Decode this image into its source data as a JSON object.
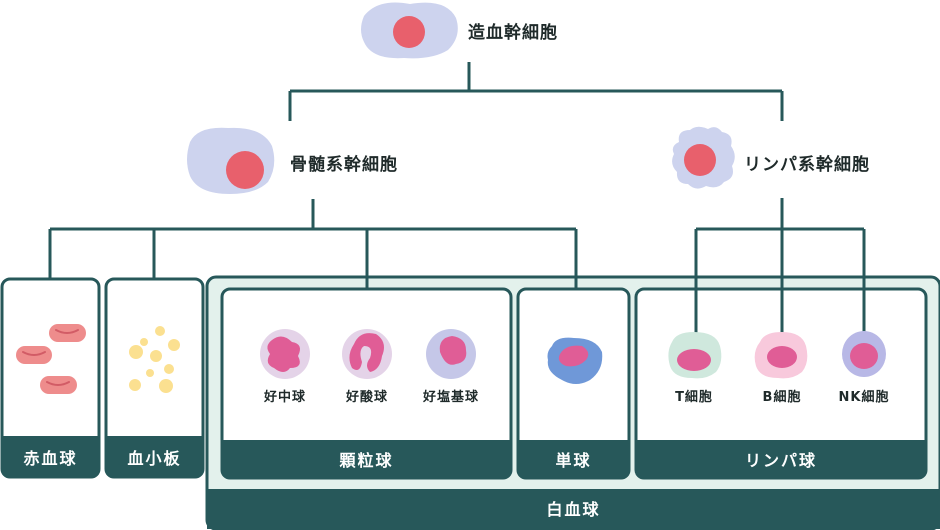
{
  "nodes": {
    "hsc": "造血幹細胞",
    "myeloid": "骨髄系幹細胞",
    "lymphoid": "リンパ系幹細胞"
  },
  "groups": {
    "rbc": "赤血球",
    "platelet": "血小板",
    "granulocyte": "顆粒球",
    "monocyte": "単球",
    "lymphocyte": "リンパ球",
    "wbc": "白血球"
  },
  "cells": {
    "neutrophil": "好中球",
    "eosinophil": "好酸球",
    "basophil": "好塩基球",
    "t_cell": "T細胞",
    "b_cell": "B細胞",
    "nk_cell": "NK細胞"
  },
  "colors": {
    "teal_dark": "#27585a",
    "teal_light": "#e3f1ec",
    "stem_blob": "#cdd3ee",
    "nucleus": "#e8606c",
    "rbc": "#ee8c8c",
    "platelet": "#fbe090",
    "granulocyte_cyto": "#e4d3e8",
    "granulocyte_nuc": "#e05d96",
    "monocyte_cyto": "#6f98d8",
    "t_cell_cyto": "#cfe8dd",
    "b_cell_cyto": "#f8c9dc",
    "nk_cell_cyto": "#b8b8e6"
  }
}
